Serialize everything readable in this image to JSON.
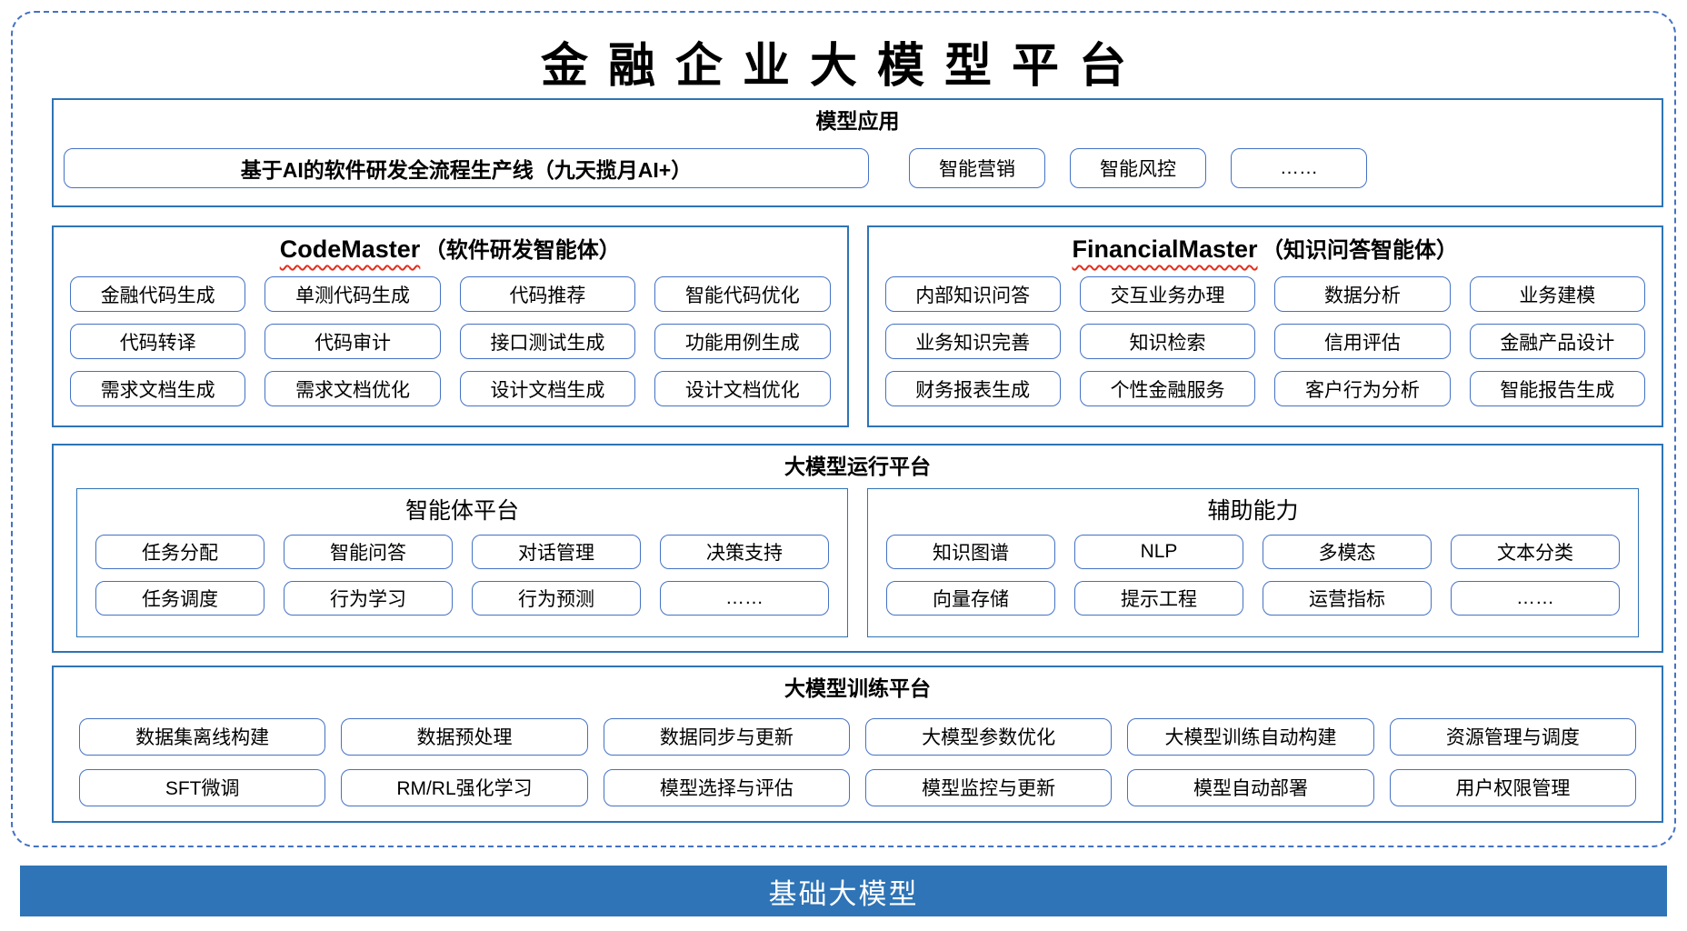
{
  "title": "金融企业大模型平台",
  "colors": {
    "section_border_blue": "#2E74B5",
    "item_border_blue": "#4472C4",
    "dashed_frame_blue": "#4472C4",
    "foundation_bar_blue": "#2E74B6",
    "spellcheck_squiggle_red": "#E0301E",
    "foundation_text": "#FFFFFF"
  },
  "model_app": {
    "header": "模型应用",
    "items": [
      "基于AI的软件研发全流程生产线（九天揽月AI+）",
      "智能营销",
      "智能风控",
      "……"
    ]
  },
  "code_master": {
    "title_en": "CodeMaster",
    "title_zh": "（软件研发智能体）",
    "items": [
      "金融代码生成",
      "单测代码生成",
      "代码推荐",
      "智能代码优化",
      "代码转译",
      "代码审计",
      "接口测试生成",
      "功能用例生成",
      "需求文档生成",
      "需求文档优化",
      "设计文档生成",
      "设计文档优化"
    ]
  },
  "financial_master": {
    "title_en": "FinancialMaster",
    "title_zh": "（知识问答智能体）",
    "items": [
      "内部知识问答",
      "交互业务办理",
      "数据分析",
      "业务建模",
      "业务知识完善",
      "知识检索",
      "信用评估",
      "金融产品设计",
      "财务报表生成",
      "个性金融服务",
      "客户行为分析",
      "智能报告生成"
    ]
  },
  "runtime": {
    "header": "大模型运行平台",
    "agent": {
      "header": "智能体平台",
      "items": [
        "任务分配",
        "智能问答",
        "对话管理",
        "决策支持",
        "任务调度",
        "行为学习",
        "行为预测",
        "……"
      ]
    },
    "aux": {
      "header": "辅助能力",
      "items": [
        "知识图谱",
        "NLP",
        "多模态",
        "文本分类",
        "向量存储",
        "提示工程",
        "运营指标",
        "……"
      ]
    }
  },
  "training": {
    "header": "大模型训练平台",
    "items": [
      "数据集离线构建",
      "数据预处理",
      "数据同步与更新",
      "大模型参数优化",
      "大模型训练自动构建",
      "资源管理与调度",
      "SFT微调",
      "RM/RL强化学习",
      "模型选择与评估",
      "模型监控与更新",
      "模型自动部署",
      "用户权限管理"
    ]
  },
  "foundation": {
    "label": "基础大模型"
  }
}
